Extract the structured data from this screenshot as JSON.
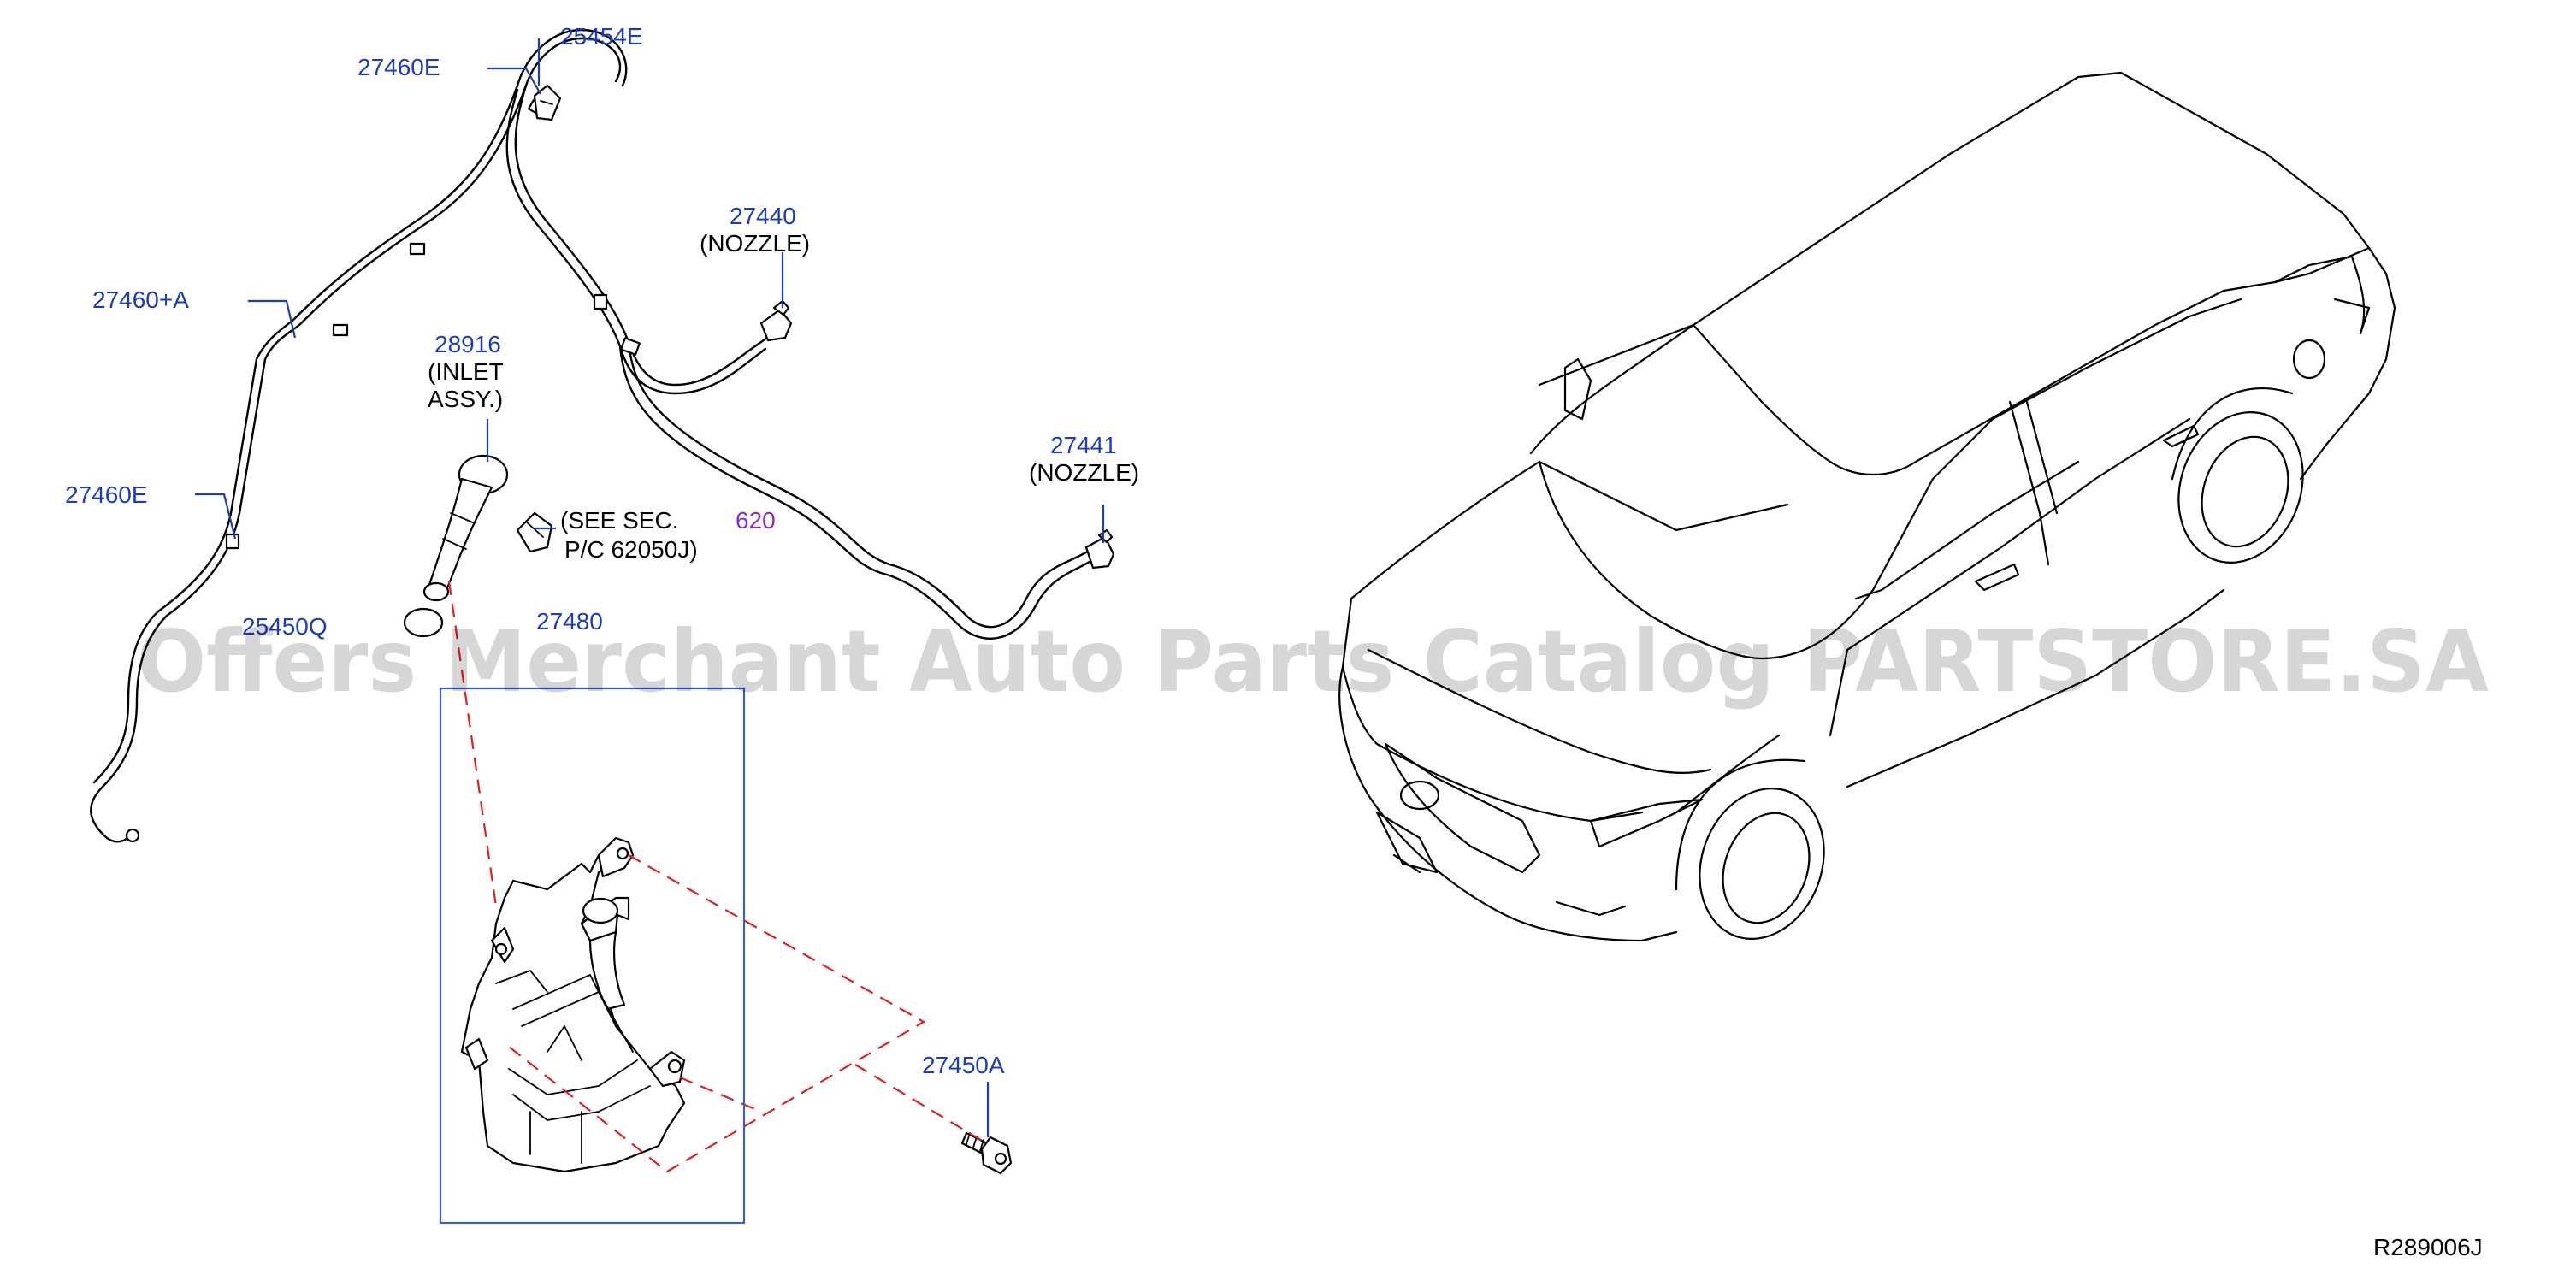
{
  "labels": {
    "p25454e": "25454E",
    "p27460e_top": "27460E",
    "p27460a": "27460+A",
    "p27460e_mid": "27460E",
    "p27440": "27440",
    "p27440_note": "(NOZZLE)",
    "p28916": "28916",
    "p28916_note1": "(INLET",
    "p28916_note2": "ASSY.)",
    "p27441": "27441",
    "p27441_note": "(NOZZLE)",
    "see_sec_1": "(SEE    SEC.",
    "see_sec_num": "620",
    "see_sec_2": "P/C    62050J)",
    "p25450q": "25450Q",
    "p27480": "27480",
    "p27450a": "27450A"
  },
  "diagram_code": "R289006J",
  "watermark": "Offers Merchant Auto Parts Catalog PARTSTORE.SA",
  "colors": {
    "label_blue": "#1b3cc0",
    "reference_purple": "#8a2bd0",
    "phantom_red": "#e02020",
    "group_box_blue": "#3a5ec8"
  }
}
